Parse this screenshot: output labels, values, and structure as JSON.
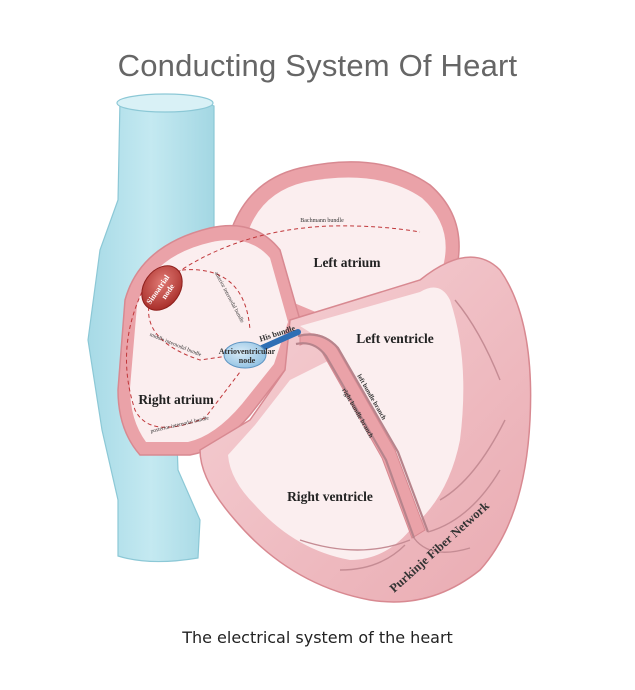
{
  "title": "Conducting System Of Heart",
  "caption": "The electrical system of the heart",
  "labels": {
    "left_atrium": "Left atrium",
    "left_ventricle": "Left ventricle",
    "right_atrium": "Right atrium",
    "right_ventricle": "Right ventricle",
    "sinoatrial_node_1": "Sinoatrial",
    "sinoatrial_node_2": "node",
    "av_node_1": "Atrioventricular",
    "av_node_2": "node",
    "his_bundle": "His bundle",
    "bachmann_bundle": "Bachmann bundle",
    "anterior_internodal": "anterior internodal bundle",
    "middle_internodal": "middle internodal bundle",
    "posterior_internodal": "posterior internodal bundle",
    "left_bundle_branch": "left bundle branch",
    "right_bundle_branch": "right bundle branch",
    "purkinje": "Purkinje Fiber Network"
  },
  "colors": {
    "vessel": "#b9e3ec",
    "vessel_stroke": "#8cc8d6",
    "heart_wall": "#e9a1a7",
    "heart_outline": "#d88991",
    "chamber_fill": "#fbeeef",
    "ventricle_wall": "#f2c6cb",
    "sa_node": "#b8322f",
    "av_node": "#a8cde8",
    "his_bundle": "#2f6fb5",
    "conduction_path": "#c0373a",
    "title_text": "#666666"
  }
}
